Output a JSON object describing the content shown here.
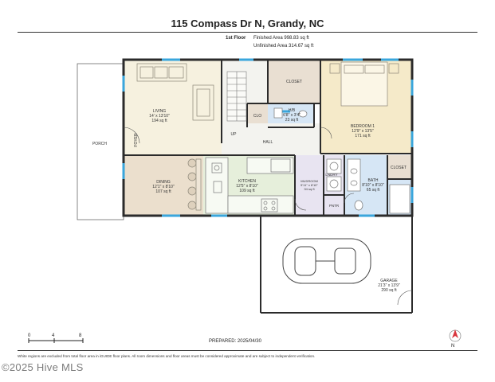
{
  "header": {
    "title": "115 Compass Dr N, Grandy, NC",
    "floor": "1st Floor",
    "finished_area": "Finished Area 998.83 sq ft",
    "unfinished_area": "Unfinished Area 314.67 sq ft"
  },
  "rooms": {
    "living": {
      "name": "LIVING",
      "dims": "14' x 13'10\"",
      "area": "194 sq ft"
    },
    "closet_upper": {
      "name": "CLOSET"
    },
    "half_bath": {
      "name": "H/B",
      "dims": "6'8\" x 3'4\"",
      "area": "23 sq ft"
    },
    "bedroom": {
      "name": "BEDROOM 1",
      "dims": "12'9\" x 13'5\"",
      "area": "171 sq ft"
    },
    "clo": {
      "name": "CLO"
    },
    "up": {
      "name": "UP"
    },
    "hall": {
      "name": "HALL"
    },
    "foyer": {
      "name": "FOYER"
    },
    "porch": {
      "name": "PORCH"
    },
    "dining": {
      "name": "DINING",
      "dims": "12'1\" x 8'10\"",
      "area": "107 sq ft"
    },
    "kitchen": {
      "name": "KITCHEN",
      "dims": "12'5\" x 8'10\"",
      "area": "109 sq ft"
    },
    "mudroom": {
      "name": "MUDROOM",
      "dims": "5'11\" x 8'10\"",
      "area": "94 sq ft"
    },
    "laundry": {
      "name": "LNDRY"
    },
    "pantry": {
      "name": "PNTR"
    },
    "bath": {
      "name": "BATH",
      "dims": "8'10\" x 8'10\"",
      "area": "65 sq ft"
    },
    "closet_right": {
      "name": "CLOSET"
    },
    "garage": {
      "name": "GARAGE",
      "dims": "21'3\" x 13'9\"",
      "area": "290 sq ft"
    }
  },
  "footer": {
    "prepared": "PREPARED: 2025/04/30",
    "disclaimer": "White regions are excluded from total floor area in iGUIDE floor plans. All room dimensions and floor areas must be considered approximate and are subject to independent verification.",
    "watermark": "©2025 Hive MLS",
    "scale": [
      "0",
      "4",
      "8"
    ],
    "north": "N"
  },
  "colors": {
    "living": "#f6f1df",
    "dining": "#ebdfcd",
    "kitchen": "#e6efdb",
    "bedroom": "#f5eac9",
    "closet": "#e9dfd2",
    "bath": "#d6e6f5",
    "utility": "#e8e4f1",
    "hall": "#f3f3ef",
    "wall": "#2b2b2b",
    "window": "#3aa6dc",
    "compass": "#d9363e"
  }
}
